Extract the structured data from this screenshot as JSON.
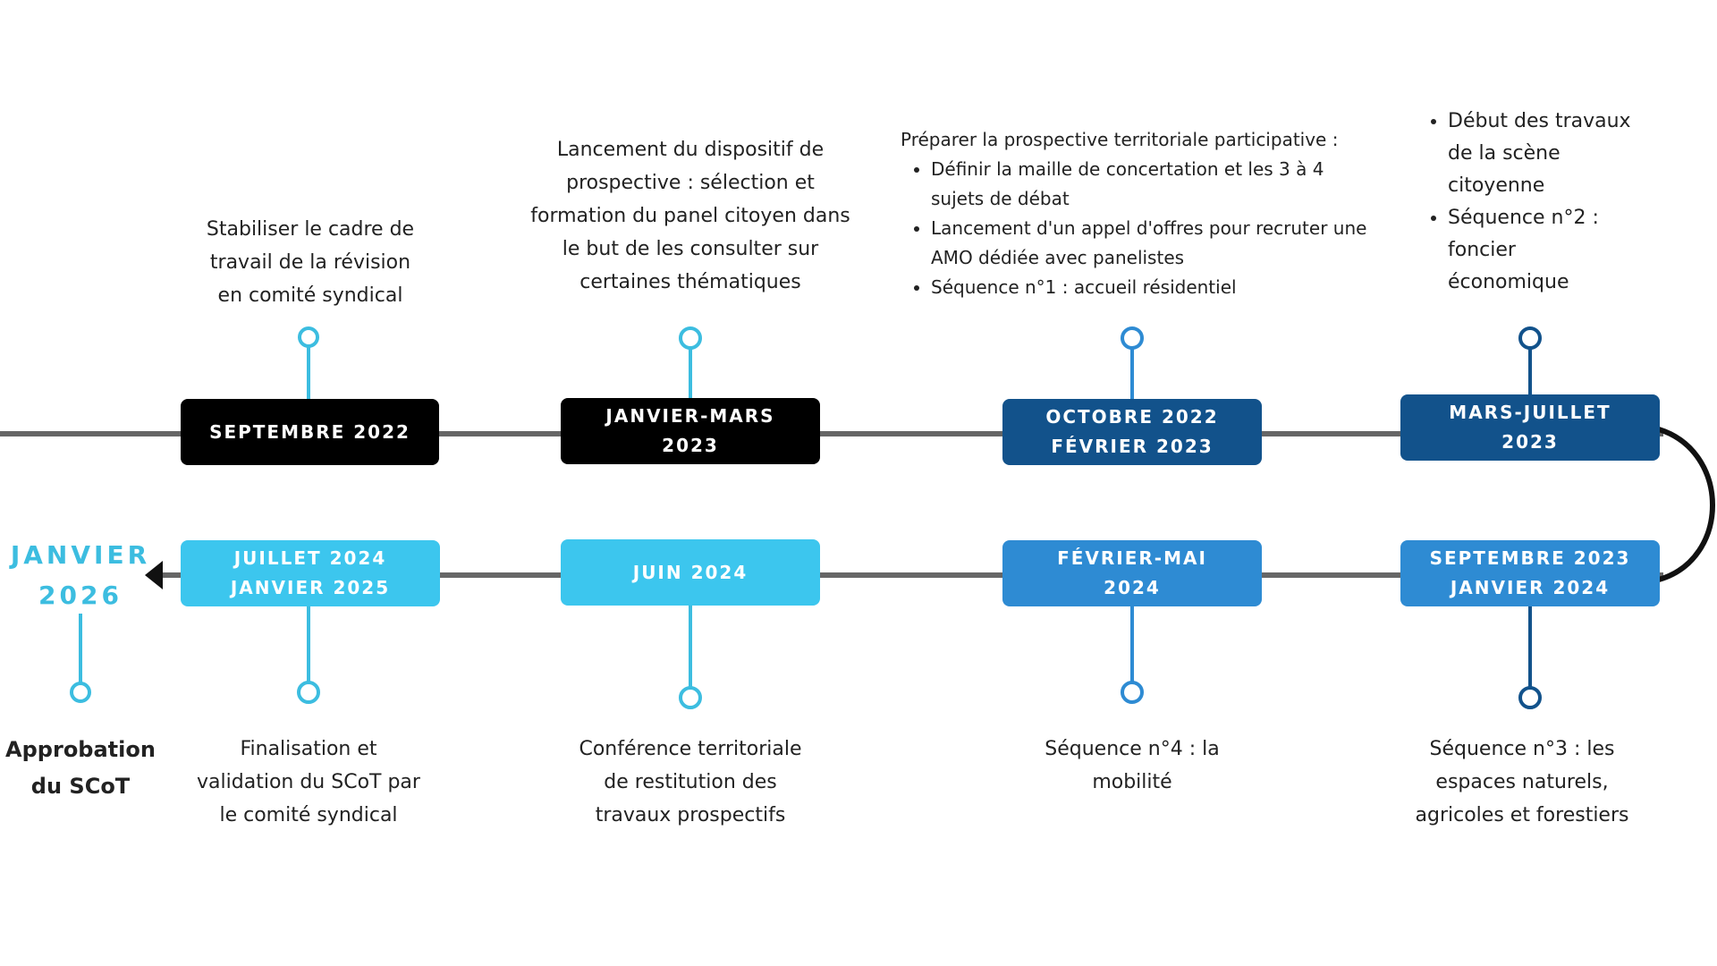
{
  "colors": {
    "black": "#000000",
    "navy": "#12528b",
    "mid_blue": "#2e8bd3",
    "light_blue": "#3cc6ee",
    "line": "#666666",
    "final": "#3cbde0"
  },
  "top_row": [
    {
      "date_lines": [
        "SEPTEMBRE 2022"
      ],
      "desc_lines": [
        "Stabiliser le cadre de",
        "travail de la révision",
        "en comité syndical"
      ]
    },
    {
      "date_lines": [
        "JANVIER-MARS",
        "2023"
      ],
      "desc_lines": [
        "Lancement du dispositif de",
        "prospective : sélection et",
        "formation du panel citoyen dans",
        "le but de les consulter sur",
        "certaines thématiques"
      ]
    },
    {
      "date_lines": [
        "OCTOBRE 2022",
        "FÉVRIER 2023"
      ],
      "desc_intro": "Préparer la prospective territoriale participative :",
      "desc_bullets": [
        "Définir la maille de concertation et les 3 à 4 sujets de débat",
        "Lancement d'un appel d'offres pour recruter une AMO dédiée avec panelistes",
        "Séquence n°1 : accueil résidentiel"
      ]
    },
    {
      "date_lines": [
        "MARS-JUILLET",
        "2023"
      ],
      "desc_bullets": [
        "Début des travaux de la scène citoyenne",
        "Séquence n°2 : foncier économique"
      ]
    }
  ],
  "bottom_row": [
    {
      "date_lines": [
        "SEPTEMBRE 2023",
        "JANVIER 2024"
      ],
      "desc_lines": [
        "Séquence n°3 : les",
        "espaces naturels,",
        "agricoles et forestiers"
      ]
    },
    {
      "date_lines": [
        "FÉVRIER-MAI",
        "2024"
      ],
      "desc_lines": [
        "Séquence n°4 : la",
        "mobilité"
      ]
    },
    {
      "date_lines": [
        "JUIN 2024"
      ],
      "desc_lines": [
        "Conférence territoriale",
        "de restitution des",
        "travaux prospectifs"
      ]
    },
    {
      "date_lines": [
        "JUILLET 2024",
        "JANVIER 2025"
      ],
      "desc_lines": [
        "Finalisation et",
        "validation du SCoT par",
        "le comité syndical"
      ]
    }
  ],
  "final": {
    "date_lines": [
      "JANVIER",
      "2026"
    ],
    "label_lines": [
      "Approbation",
      "du SCoT"
    ]
  }
}
